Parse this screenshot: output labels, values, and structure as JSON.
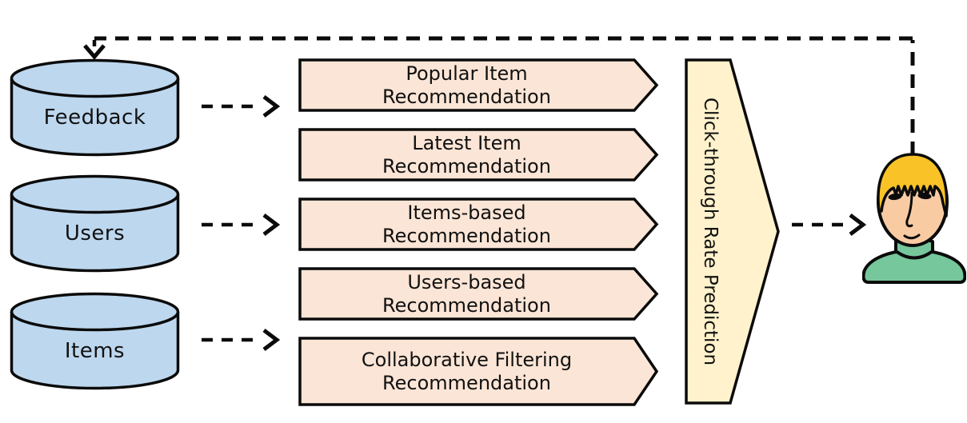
{
  "databases": [
    {
      "label": "Feedback"
    },
    {
      "label": "Users"
    },
    {
      "label": "Items"
    }
  ],
  "recommenders": [
    {
      "label": "Popular Item Recommendation"
    },
    {
      "label": "Latest Item Recommendation"
    },
    {
      "label": "Items-based Recommendation"
    },
    {
      "label": "Users-based Recommendation"
    },
    {
      "label": "Collaborative Filtering Recommendation"
    }
  ],
  "aggregator": {
    "label": "Click-through Rate Prediction"
  },
  "person": {
    "icon": "user-avatar"
  },
  "colors": {
    "db_fill": "#BDD7EE",
    "rec_fill": "#FBE5D6",
    "agg_fill": "#FFF2CC",
    "outline": "#0B0B0B",
    "text": "#111111",
    "hair": "#F9C327",
    "skin": "#F9CBA3",
    "sweater": "#76C79C"
  }
}
